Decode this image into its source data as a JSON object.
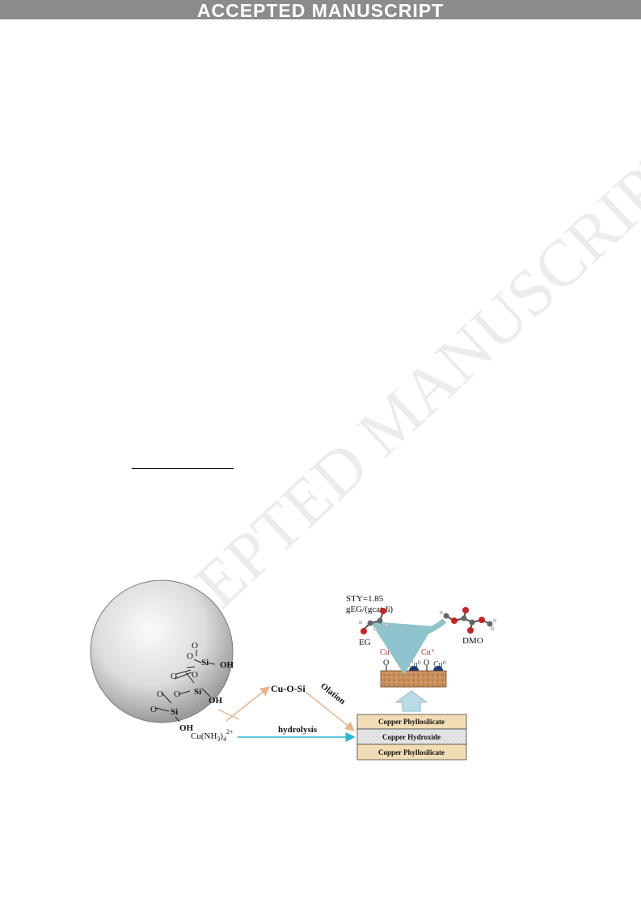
{
  "header": {
    "banner_text": "ACCEPTED MANUSCRIPT"
  },
  "watermark": {
    "text": "ACCEPTED MANUSCRIPT"
  },
  "figure": {
    "sphere_labels": {
      "o": "O",
      "si": "Si",
      "oh": "OH"
    },
    "precursor": {
      "base": "Cu(NH",
      "sub": "3",
      "close": ")",
      "sub2": "4",
      "sup": "2+"
    },
    "intermediate": "Cu-O-Si",
    "olation": "Olation",
    "hydrolysis": "hydrolysis",
    "layers": [
      "Copper Phyllosilicate",
      "Copper Hydroxide",
      "Copper Phyllosilicate"
    ],
    "sty_line1": "STY=1.85",
    "sty_line2": "gEG/(gcat·h)",
    "eg_label": "EG",
    "dmo_label": "DMO",
    "cu_plus": "Cu⁺",
    "cu_zero": "Cu⁰",
    "o_label": "O",
    "colors": {
      "banner": "#8c8c8c",
      "orange_arrow": "#e8b48a",
      "blue_arrow": "#27b7d4",
      "catalyst": "#c98f5a",
      "phyllosilicate": "#f2dcb4",
      "hydroxide": "#e0e0e0",
      "up_arrow": "#b9dce6",
      "cu_plus": "#d62020",
      "cu_zero": "#1f3b73"
    }
  }
}
